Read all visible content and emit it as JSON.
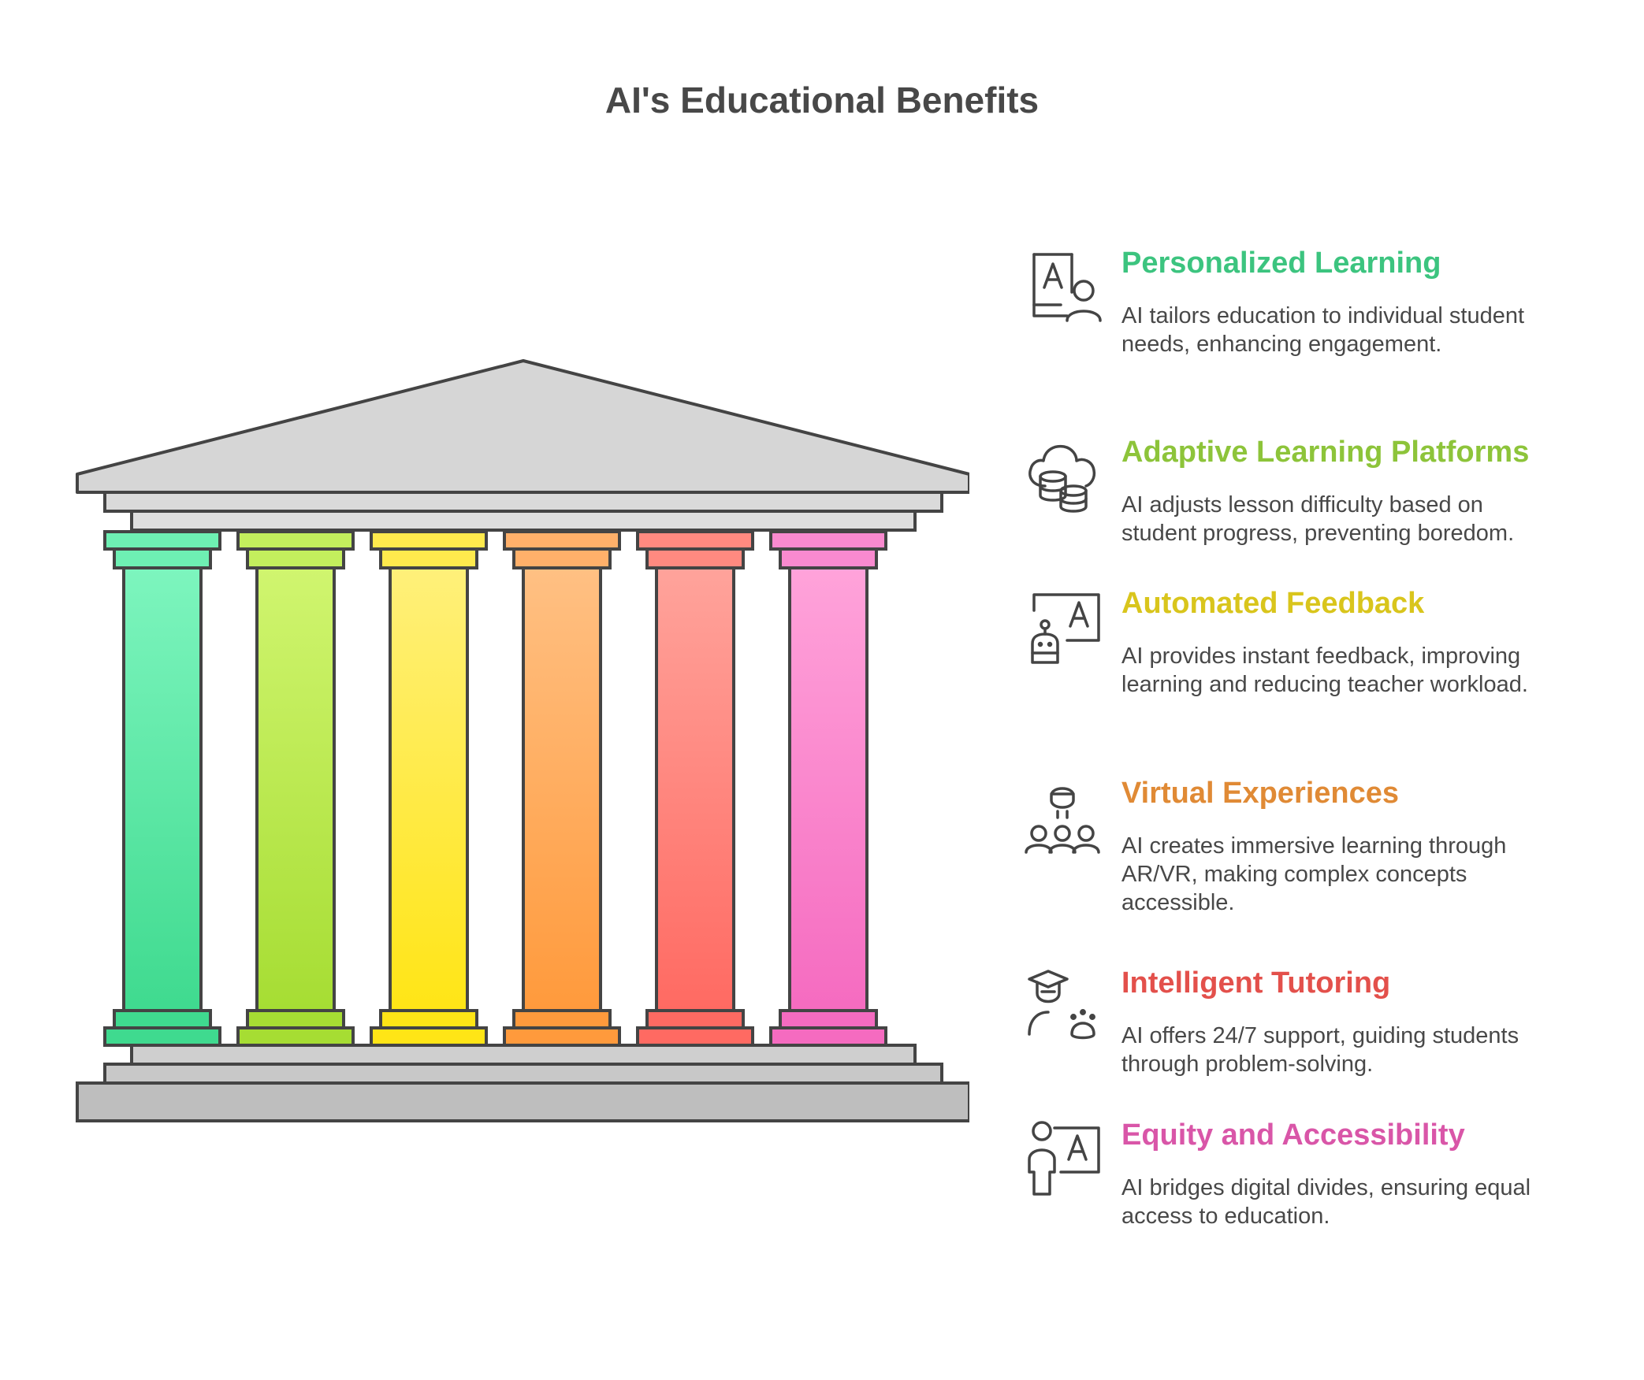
{
  "title": "AI's Educational Benefits",
  "benefits": [
    {
      "heading": "Personalized Learning",
      "desc": "AI tailors education to individual student needs, enhancing engagement.",
      "color": "#3CC47F",
      "icon": "student-reading-icon"
    },
    {
      "heading": "Adaptive Learning Platforms",
      "desc": "AI adjusts lesson difficulty based on student progress, preventing boredom.",
      "color": "#8DC43A",
      "icon": "cloud-database-icon"
    },
    {
      "heading": "Automated Feedback",
      "desc": "AI provides instant feedback, improving learning and reducing teacher workload.",
      "color": "#D9C51C",
      "icon": "robot-feedback-icon"
    },
    {
      "heading": "Virtual Experiences",
      "desc": "AI creates immersive learning through AR/VR, making complex concepts accessible.",
      "color": "#E08A35",
      "icon": "vr-group-icon"
    },
    {
      "heading": "Intelligent Tutoring",
      "desc": "AI offers 24/7 support, guiding students through problem-solving.",
      "color": "#E3504B",
      "icon": "tutor-icon"
    },
    {
      "heading": "Equity and Accessibility",
      "desc": "AI bridges digital divides, ensuring equal access to education.",
      "color": "#D956A8",
      "icon": "person-access-icon"
    }
  ],
  "columns": [
    {
      "top": "#7DF5BE",
      "bottom": "#3FDA8F",
      "cap": "#6EF0B3"
    },
    {
      "top": "#D0F56F",
      "bottom": "#A6DD33",
      "cap": "#C3EE5D"
    },
    {
      "top": "#FFF07A",
      "bottom": "#FFE516",
      "cap": "#FFEA4D"
    },
    {
      "top": "#FFC083",
      "bottom": "#FF9A3C",
      "cap": "#FFB06A"
    },
    {
      "top": "#FFA39B",
      "bottom": "#FF6A62",
      "cap": "#FF8A80"
    },
    {
      "top": "#FFA3DA",
      "bottom": "#F56BC0",
      "cap": "#F98ACF"
    }
  ]
}
